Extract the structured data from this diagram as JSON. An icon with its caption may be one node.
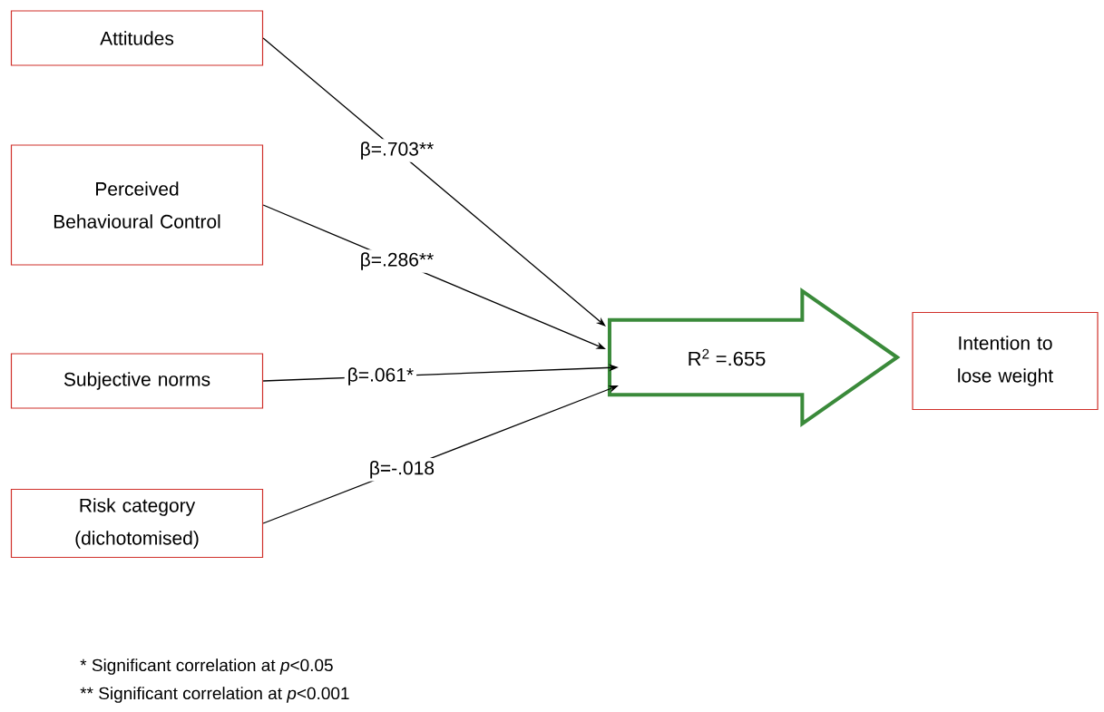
{
  "diagram": {
    "nodes": [
      {
        "text": [
          "Attitudes"
        ]
      },
      {
        "text": [
          "Perceived Behavioural Control"
        ]
      },
      {
        "text": [
          "Subjective norms"
        ]
      },
      {
        "text": [
          "Risk category (dichotomised)"
        ]
      },
      {
        "text": [
          "R$^{2}$ =.655"
        ]
      },
      {
        "text": [
          "Intention to lose weight"
        ]
      }
    ],
    "edges": [
      {
        "from": 0,
        "to": 4,
        "arrow": "to",
        "label": "β=.703**"
      },
      {
        "from": 1,
        "to": 4,
        "arrow": "to",
        "label": "β=.286**"
      },
      {
        "from": 2,
        "to": 4,
        "arrow": "to",
        "label": "β=.061*"
      },
      {
        "from": 3,
        "to": 4,
        "arrow": "to",
        "label": "β=-.018"
      }
    ],
    "labels": [
      "* Significant correlation at *p*<0.05",
      "** Significant correlation at *p*<0.001"
    ]
  }
}
